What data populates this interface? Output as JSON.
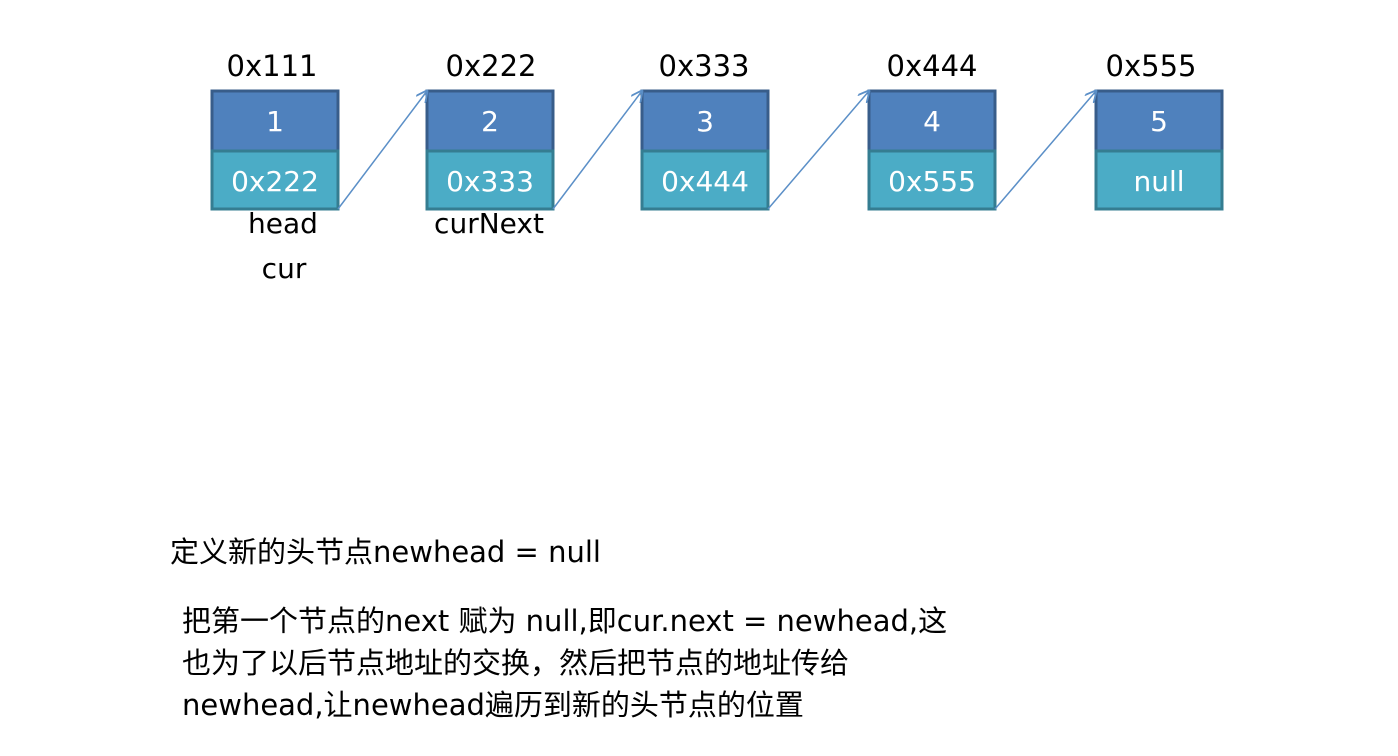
{
  "nodes": [
    {
      "address": "0x111",
      "value": "1",
      "next": "0x222"
    },
    {
      "address": "0x222",
      "value": "2",
      "next": "0x333"
    },
    {
      "address": "0x333",
      "value": "3",
      "next": "0x444"
    },
    {
      "address": "0x444",
      "value": "4",
      "next": "0x555"
    },
    {
      "address": "0x555",
      "value": "5",
      "next": "null"
    }
  ],
  "pointers": {
    "head": "head",
    "cur": "cur",
    "curNext": "curNext"
  },
  "description": {
    "line1": "定义新的头节点newhead = null",
    "line2": "把第一个节点的next 赋为 null,即cur.next = newhead,这",
    "line3": "也为了以后节点地址的交换，然后把节点的地址传给",
    "line4": "newhead,让newhead遍历到新的头节点的位置"
  },
  "colors": {
    "value_box": "#4f81bd",
    "next_box": "#4bacc6",
    "arrow": "#5b8fc7"
  }
}
